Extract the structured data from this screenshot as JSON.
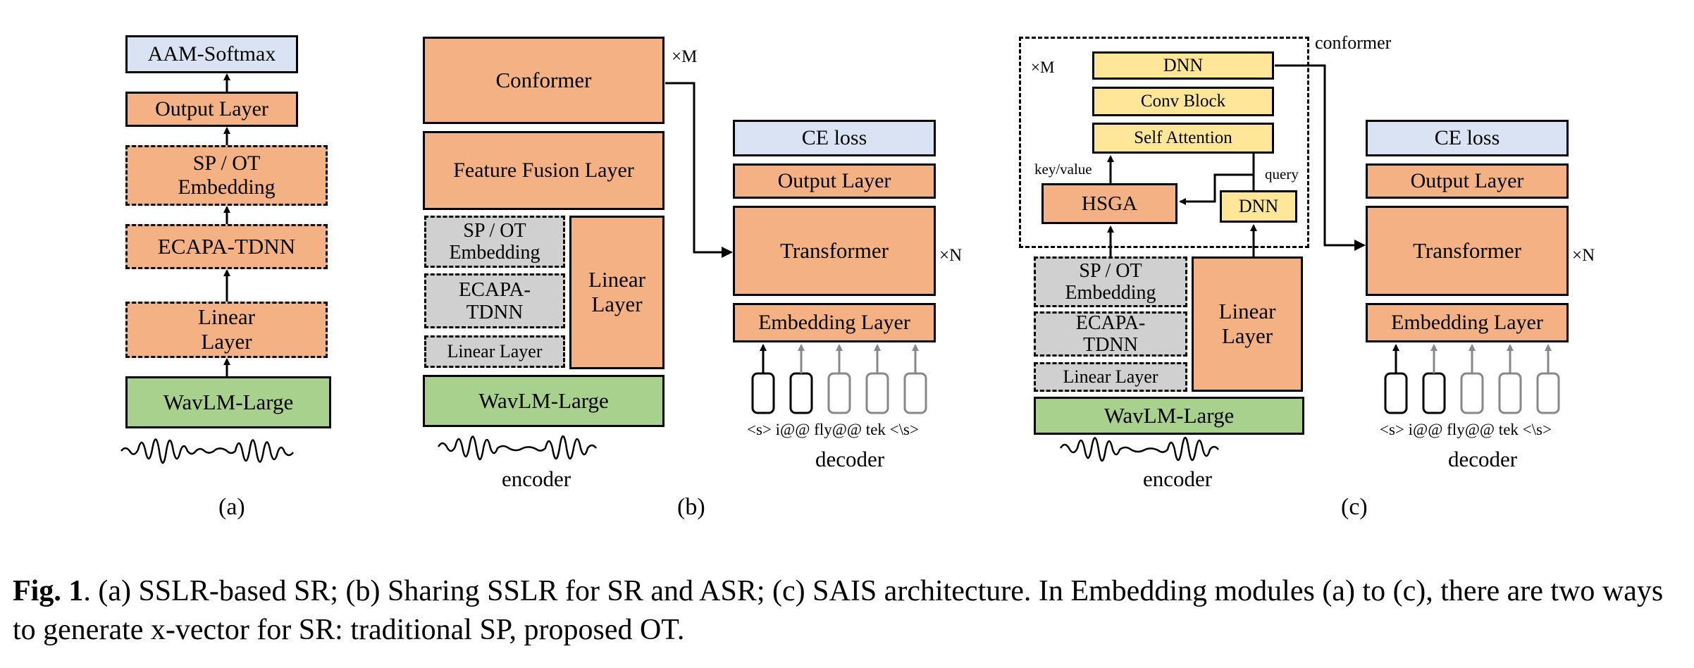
{
  "panel_a": {
    "aam_softmax": "AAM-Softmax",
    "output_layer": "Output Layer",
    "embedding": "SP / OT\nEmbedding",
    "ecapa": "ECAPA-TDNN",
    "linear": "Linear\nLayer",
    "wavlm": "WavLM-Large",
    "label": "(a)"
  },
  "panel_b": {
    "conformer": "Conformer",
    "times_m": "×M",
    "feature_fusion": "Feature Fusion Layer",
    "embedding": "SP / OT\nEmbedding",
    "ecapa": "ECAPA-\nTDNN",
    "linear_layer_small": "Linear Layer",
    "linear_layer_big": "Linear\nLayer",
    "wavlm": "WavLM-Large",
    "encoder": "encoder",
    "ce_loss": "CE loss",
    "output_layer": "Output Layer",
    "transformer": "Transformer",
    "times_n": "×N",
    "embedding_layer": "Embedding Layer",
    "tokens": "<s> i@@ fly@@ tek <\\s>",
    "decoder": "decoder",
    "label": "(b)"
  },
  "panel_c": {
    "times_m": "×M",
    "conformer_label": "conformer",
    "dnn_top": "DNN",
    "conv_block": "Conv Block",
    "self_attention": "Self Attention",
    "key_value": "key/value",
    "query": "query",
    "hsga": "HSGA",
    "dnn_small": "DNN",
    "embedding": "SP / OT\nEmbedding",
    "ecapa": "ECAPA-\nTDNN",
    "linear_layer_small": "Linear Layer",
    "linear_layer_big": "Linear\nLayer",
    "wavlm": "WavLM-Large",
    "encoder": "encoder",
    "ce_loss": "CE loss",
    "output_layer": "Output Layer",
    "transformer": "Transformer",
    "times_n": "×N",
    "embedding_layer": "Embedding Layer",
    "tokens": "<s> i@@ fly@@ tek <\\s>",
    "decoder": "decoder",
    "label": "(c)"
  },
  "caption": {
    "fig_label": "Fig. 1",
    "text": ". (a) SSLR-based SR; (b) Sharing SSLR for SR and ASR; (c) SAIS architecture. In Embedding modules (a) to (c), there are two ways to generate x-vector for SR: traditional SP, proposed OT."
  },
  "colors": {
    "orange": "#f4b183",
    "blue": "#dae3f3",
    "green": "#a9d18e",
    "gray": "#d0d0d0",
    "yellow": "#ffe699"
  }
}
